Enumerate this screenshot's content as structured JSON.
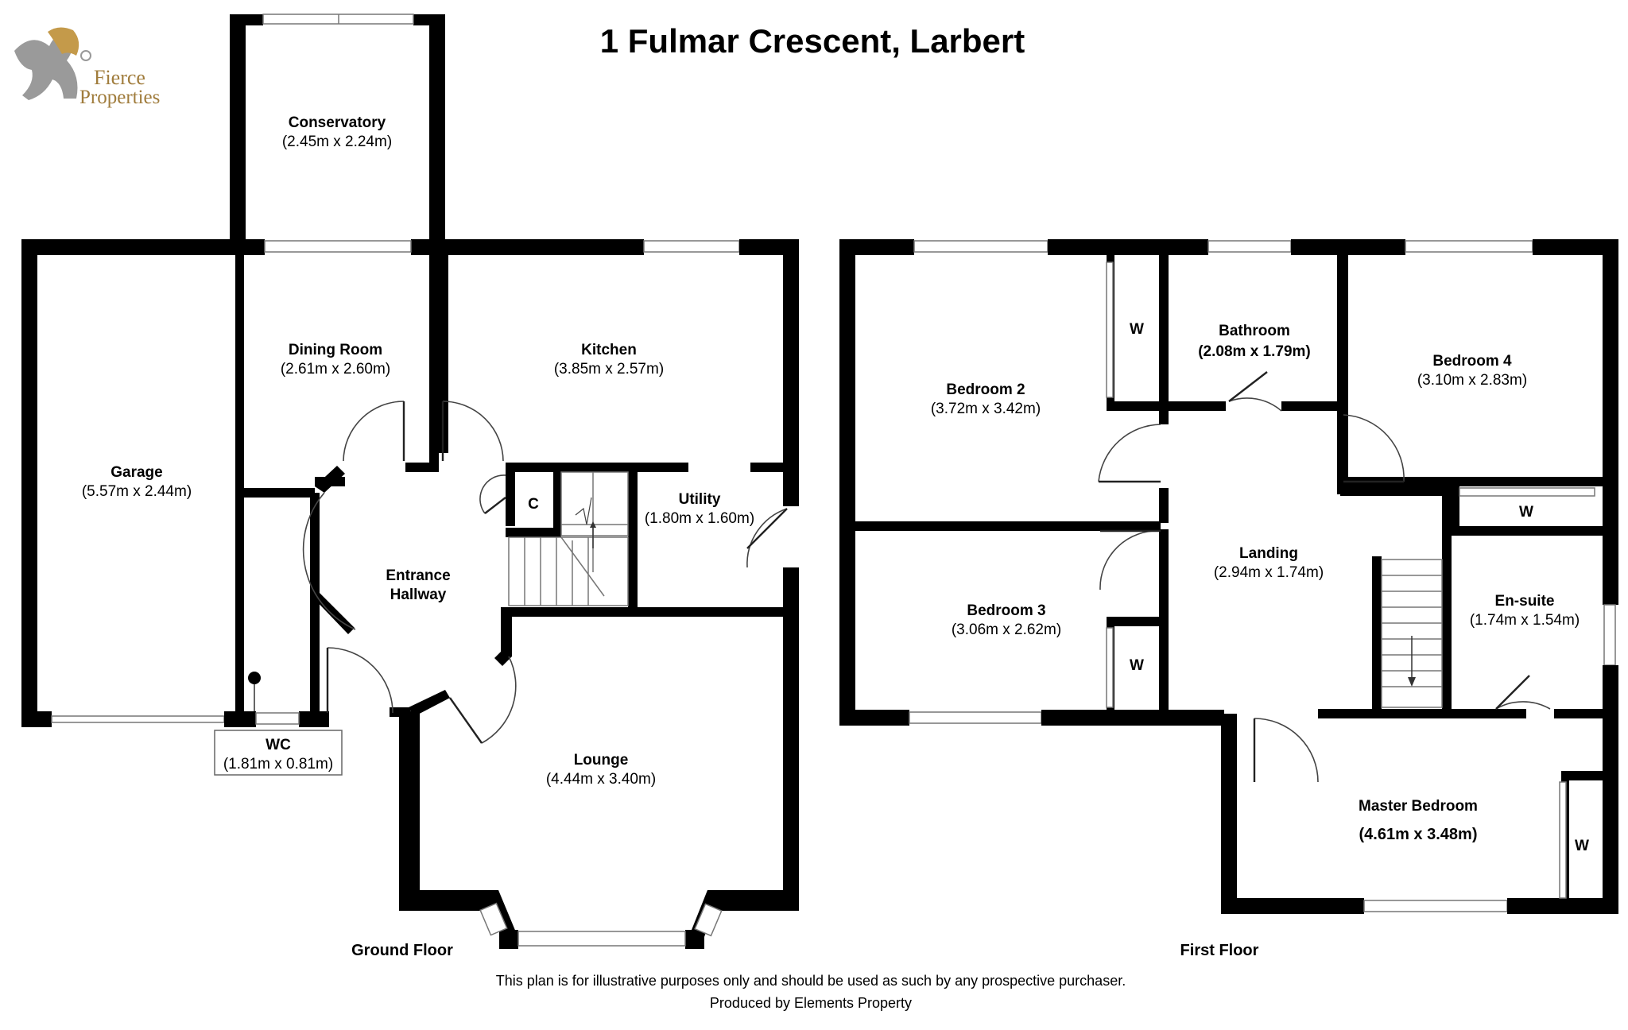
{
  "title": "1 Fulmar Crescent, Larbert",
  "logo": {
    "line1": "Fierce",
    "line2": "Properties"
  },
  "floors": {
    "ground": "Ground Floor",
    "first": "First Floor"
  },
  "rooms": {
    "conservatory": {
      "name": "Conservatory",
      "dims": "(2.45m x 2.24m)"
    },
    "dining": {
      "name": "Dining Room",
      "dims": "(2.61m x 2.60m)"
    },
    "kitchen": {
      "name": "Kitchen",
      "dims": "(3.85m x 2.57m)"
    },
    "garage": {
      "name": "Garage",
      "dims": "(5.57m x 2.44m)"
    },
    "hallway": {
      "name_1": "Entrance",
      "name_2": "Hallway"
    },
    "cupboard": {
      "name": "C"
    },
    "utility": {
      "name": "Utility",
      "dims": "(1.80m x 1.60m)"
    },
    "lounge": {
      "name": "Lounge",
      "dims": "(4.44m x 3.40m)"
    },
    "wc": {
      "name": "WC",
      "dims": "(1.81m x 0.81m)"
    },
    "bedroom2": {
      "name": "Bedroom 2",
      "dims": "(3.72m x 3.42m)"
    },
    "bathroom": {
      "name": "Bathroom",
      "dims": "(2.08m x 1.79m)"
    },
    "bedroom4": {
      "name": "Bedroom 4",
      "dims": "(3.10m x 2.83m)"
    },
    "landing": {
      "name": "Landing",
      "dims": "(2.94m x 1.74m)"
    },
    "bedroom3": {
      "name": "Bedroom 3",
      "dims": "(3.06m x 2.62m)"
    },
    "ensuite": {
      "name": "En-suite",
      "dims": "(1.74m x 1.54m)"
    },
    "master": {
      "name": "Master Bedroom",
      "dims": "(4.61m x 3.48m)"
    }
  },
  "wardrobe_label": "W",
  "footer": {
    "line1": "This plan is for illustrative purposes only and should be used as such by any prospective purchaser.",
    "line2": "Produced by Elements Property"
  }
}
